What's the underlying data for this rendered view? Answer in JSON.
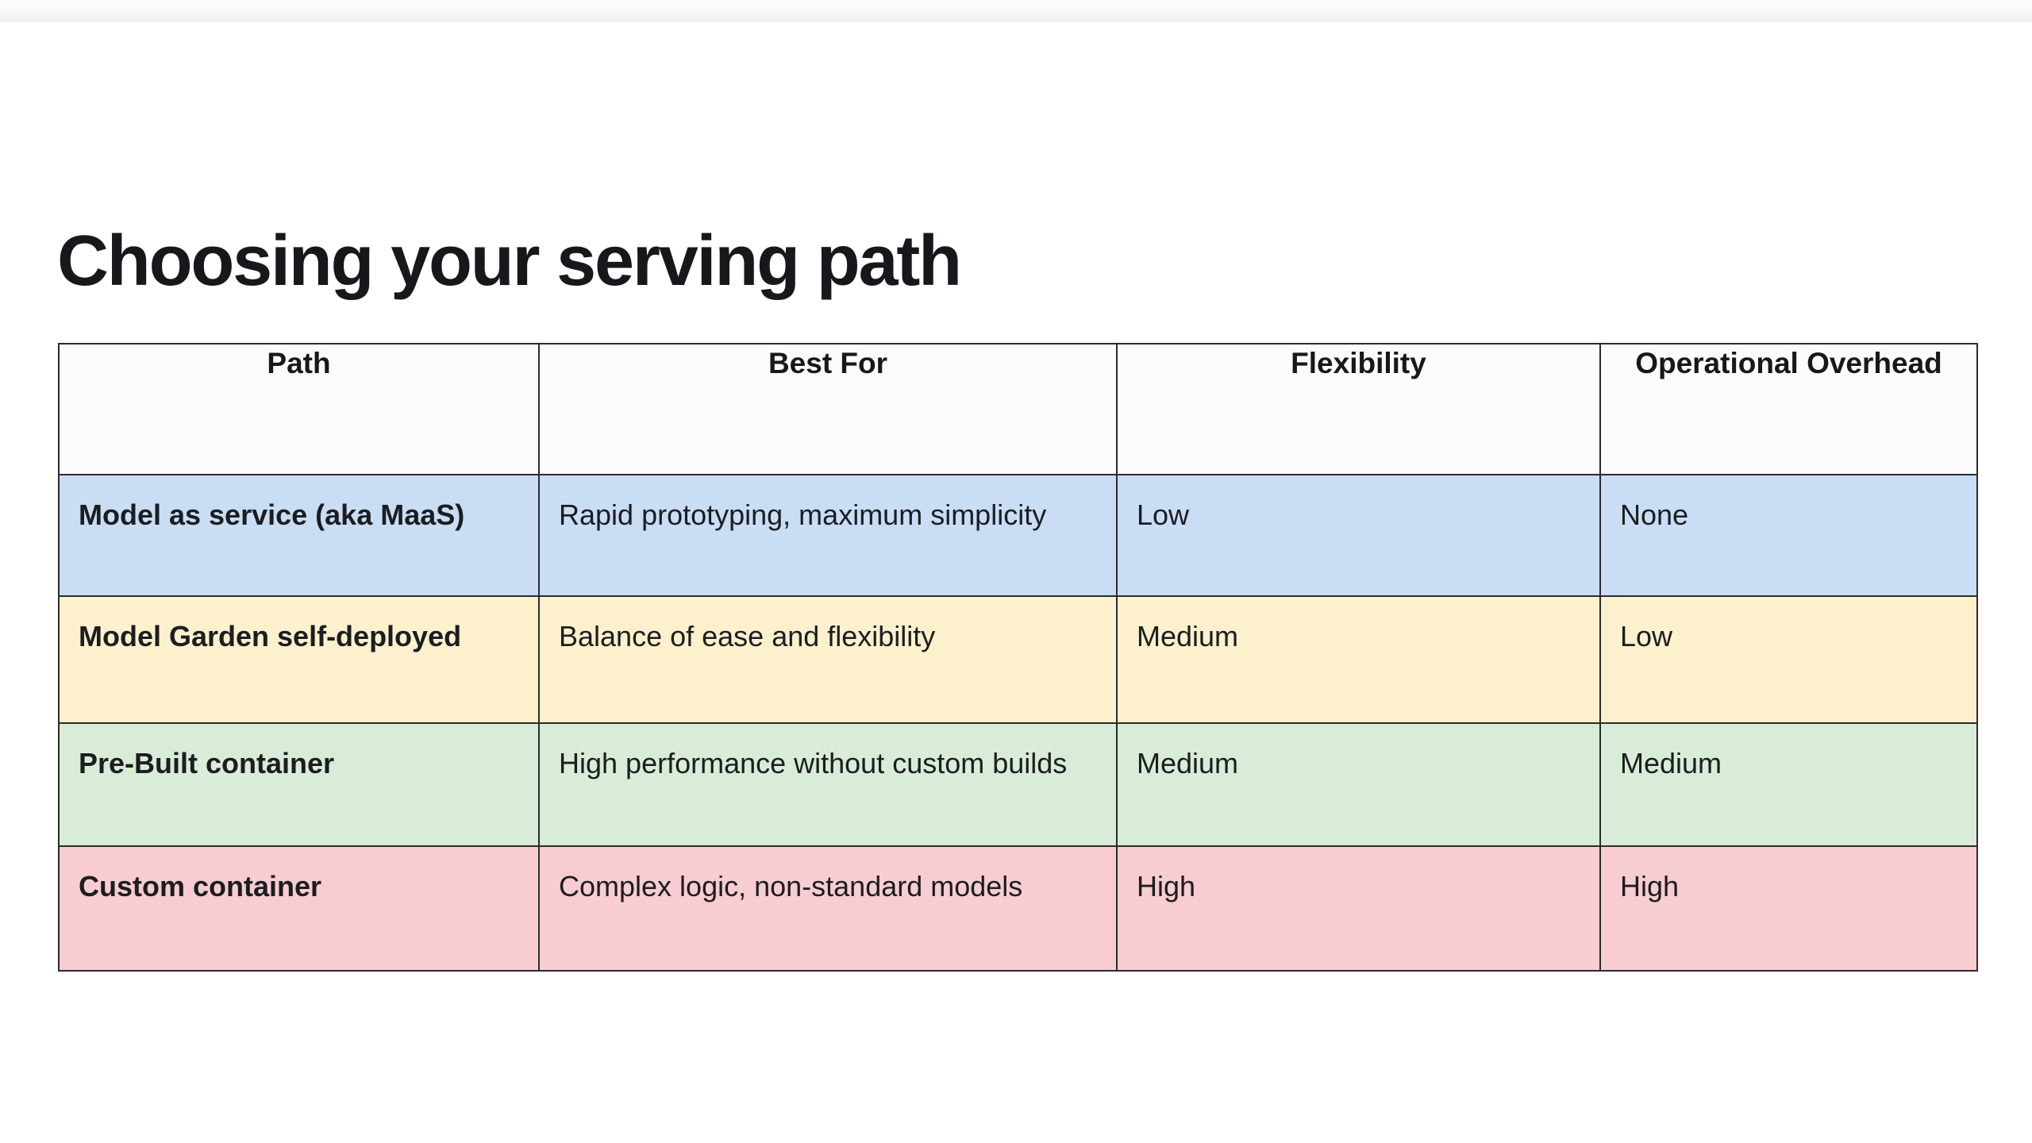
{
  "slide": {
    "title": "Choosing your serving path",
    "background_color": "#ffffff",
    "top_strip_color": "#eceef0"
  },
  "table": {
    "border_color": "#2b2b2e",
    "header_background": "#fbfbfb",
    "columns": [
      {
        "key": "path",
        "label": "Path",
        "align": "center"
      },
      {
        "key": "best_for",
        "label": "Best For",
        "align": "center"
      },
      {
        "key": "flexibility",
        "label": "Flexibility",
        "align": "center"
      },
      {
        "key": "operational_overhead",
        "label": "Operational Overhead",
        "align": "center"
      }
    ],
    "rows": [
      {
        "id": "model-as-service",
        "row_color": "#c9ddf5",
        "path": "Model as service (aka MaaS)",
        "path_line_1": "Model as service",
        "path_line_2": "(aka MaaS)",
        "best_for": "Rapid prototyping, maximum simplicity",
        "flexibility": "Low",
        "operational_overhead": "None"
      },
      {
        "id": "model-garden-self-deployed",
        "row_color": "#fdf0cd",
        "path": "Model Garden self-deployed",
        "best_for": "Balance of ease and flexibility",
        "flexibility": "Medium",
        "operational_overhead": "Low"
      },
      {
        "id": "pre-built-container",
        "row_color": "#d9ecd7",
        "path": "Pre-Built container",
        "best_for": "High performance without custom builds",
        "flexibility": "Medium",
        "operational_overhead": "Medium"
      },
      {
        "id": "custom-container",
        "row_color": "#f7cdd1",
        "path": "Custom container",
        "best_for": "Complex logic, non-standard models",
        "flexibility": "High",
        "operational_overhead": "High"
      }
    ]
  }
}
